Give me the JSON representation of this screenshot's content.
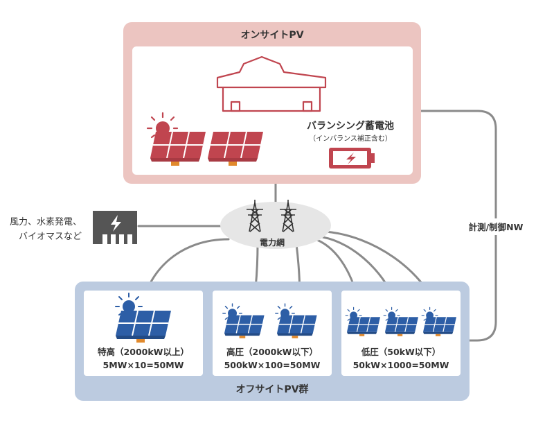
{
  "colors": {
    "onsite_frame": "#ecc5c1",
    "onsite_accent": "#c0454f",
    "offsite_frame": "#bccbe0",
    "offsite_accent": "#2d5ea6",
    "line": "#8a8a8a",
    "grid": "#e6e6e6",
    "icon_dark": "#555555"
  },
  "onsite": {
    "title": "オンサイトPV",
    "battery_label": "バランシング蓄電池",
    "battery_sub": "（インバランス補正含む）"
  },
  "grid": {
    "label": "電力網"
  },
  "measurement": {
    "label": "計測/制御NW"
  },
  "other_sources": {
    "line1": "風力、水素発電、",
    "line2": "バイオマスなど"
  },
  "offsite": {
    "title": "オフサイトPV群",
    "groups": [
      {
        "name": "特高（2000kW以上）",
        "formula": "5MW×10=50MW"
      },
      {
        "name": "高圧（2000kW以下）",
        "formula": "500kW×100=50MW"
      },
      {
        "name": "低圧（50kW以下）",
        "formula": "50kW×1000=50MW"
      }
    ]
  },
  "icons": [
    "factory-icon",
    "sun-icon",
    "solar-panel-icon",
    "battery-icon",
    "power-tower-icon",
    "power-plant-icon"
  ]
}
